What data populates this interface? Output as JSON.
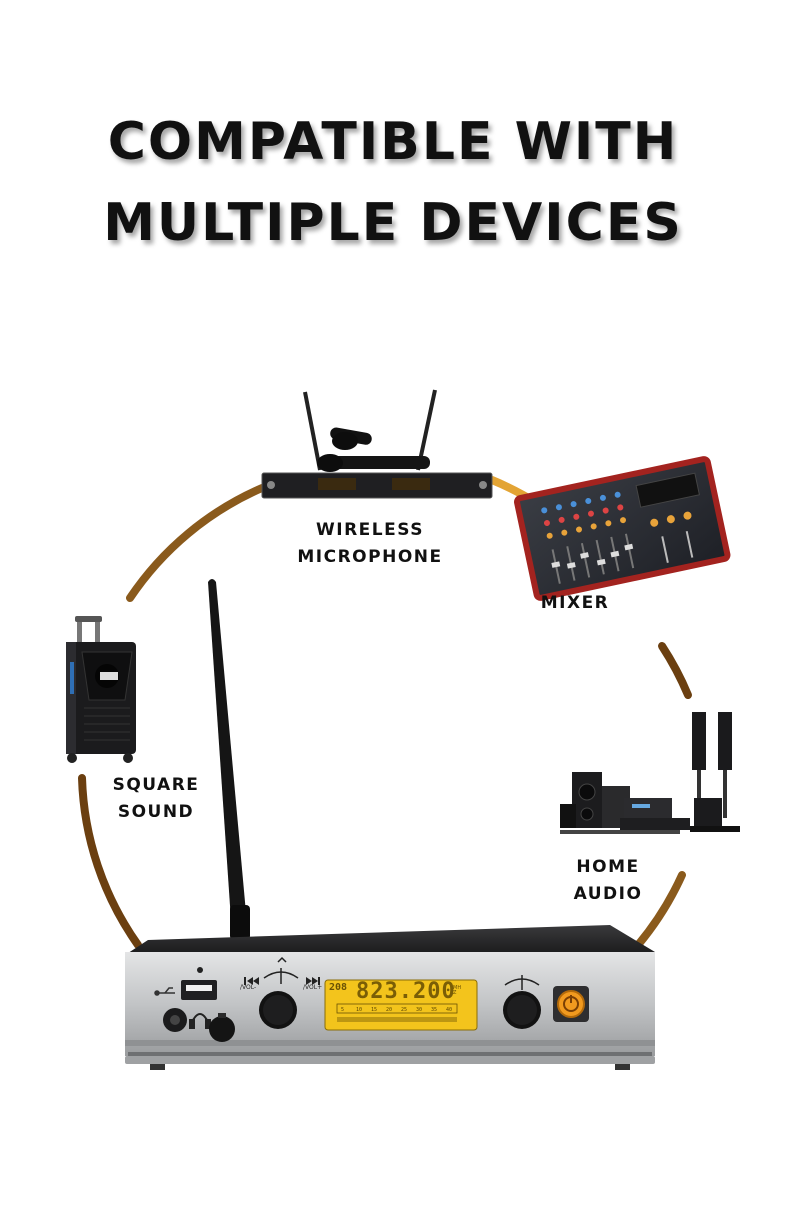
{
  "headline": {
    "line1": "COMPATIBLE WITH",
    "line2": "MULTIPLE DEVICES"
  },
  "devices": {
    "wireless_microphone": {
      "line1": "WIRELESS",
      "line2": "MICROPHONE"
    },
    "mixer": {
      "line1": "MIXER"
    },
    "square_sound": {
      "line1": "SQUARE",
      "line2": "SOUND"
    },
    "home_audio": {
      "line1": "HOME",
      "line2": "AUDIO"
    }
  },
  "receiver": {
    "lcd_channel": "208",
    "lcd_frequency": "823.200",
    "lcd_unit": "MHZ",
    "vol_minus": "/VOL-",
    "vol_plus": "/VOL+",
    "lcd_scale": [
      "5",
      "10",
      "15",
      "20",
      "25",
      "30",
      "35",
      "40"
    ]
  },
  "colors": {
    "ring": "#8a5a1c",
    "ring_light": "#e4a63a",
    "lcd": "#f7c81f",
    "panel": "#c9cbcd"
  }
}
